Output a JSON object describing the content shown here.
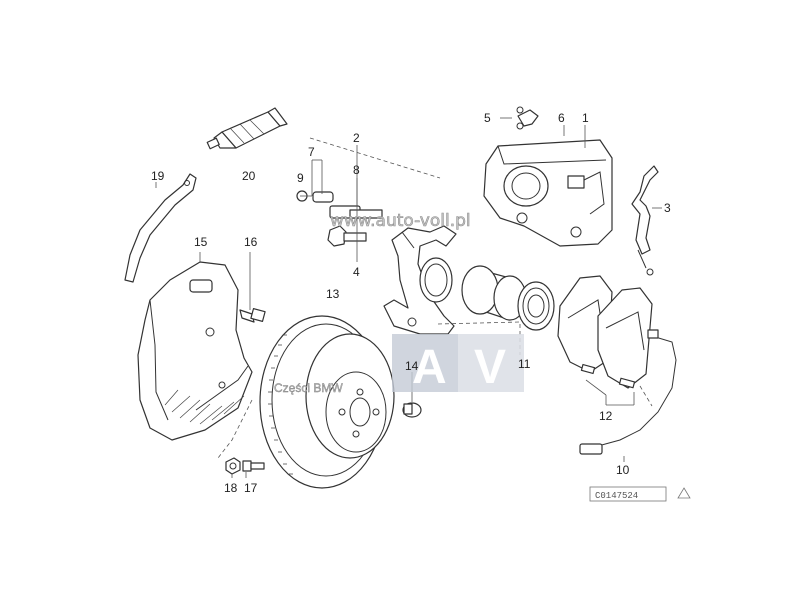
{
  "labels": {
    "p1": "1",
    "p2": "2",
    "p3": "3",
    "p4": "4",
    "p5": "5",
    "p6": "6",
    "p7": "7",
    "p8": "8",
    "p9": "9",
    "p10": "10",
    "p11": "11",
    "p12": "12",
    "p13": "13",
    "p14": "14",
    "p15": "15",
    "p16": "16",
    "p17": "17",
    "p18": "18",
    "p19": "19",
    "p20": "20"
  },
  "watermark": {
    "url": "www.auto-voll.pl",
    "logo_left": "A",
    "logo_right": "V",
    "caption": "Części BMW"
  },
  "reference_code": "C0147524",
  "colors": {
    "line": "#333333",
    "logo_bg": "#c4cad6",
    "watermark": "#bfbfbf"
  }
}
